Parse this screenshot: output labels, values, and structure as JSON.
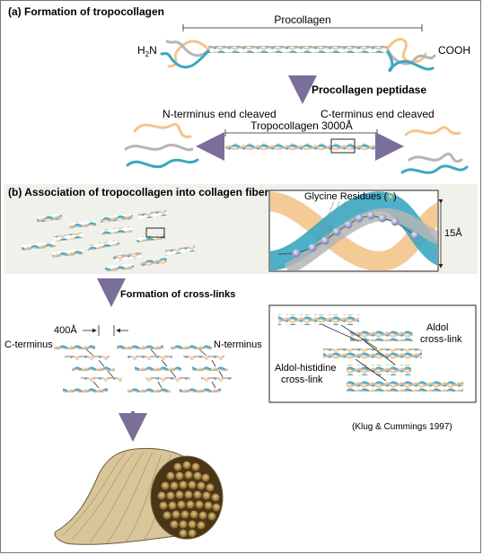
{
  "section_a": {
    "title": "(a) Formation of tropocollagen",
    "procollagen_label": "Procollagen",
    "n_end": "H",
    "n_sub": "2",
    "n_end_tail": "N",
    "c_end": "COOH",
    "enzyme_label": "Procollagen peptidase",
    "n_cleaved": "N-terminus end cleaved",
    "c_cleaved": "C-terminus end cleaved",
    "tropocollagen_label": "Tropocollagen 3000Å"
  },
  "section_b": {
    "title": "(b) Association of tropocollagen into collagen fiber",
    "glycine_label": "Glycine Residues (",
    "glycine_label_end": ")",
    "width_label": "15Å",
    "crosslink_step": "Formation of cross-links",
    "spacing_label": "400Å",
    "c_terminus": "C-terminus",
    "n_terminus": "N-terminus",
    "aldol_line1": "Aldol",
    "aldol_line2": "cross-link",
    "aldol_his_line1": "Aldol-histidine",
    "aldol_his_line2": "cross-link",
    "citation": "(Klug & Cummings 1997)"
  },
  "colors": {
    "strand_blue": "#3aa7c2",
    "strand_peach": "#f3c48c",
    "strand_grey": "#b5b5b5",
    "arrow": "#7b6f9a",
    "panel_bg": "#f1f1ec",
    "fiber": "#b08a3c"
  }
}
